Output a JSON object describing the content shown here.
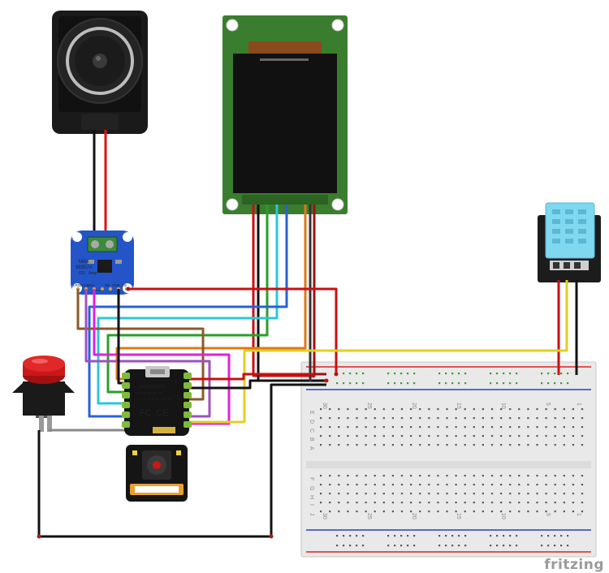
{
  "colors": {
    "board_blue": "#2355c9",
    "module_green": "#3a7d2e",
    "display_glass": "#111111",
    "sensor_blue": "#7fd8f0",
    "button_red": "#d11b1b",
    "breadboard": "#e8e8e8",
    "rail_red": "#e02020",
    "rail_blue": "#2040d0"
  },
  "components": {
    "speaker": {
      "icon": "speaker-icon"
    },
    "amplifier": {
      "line1": "MAX",
      "line2": "98357A",
      "line3": "I2S",
      "line4": "Amp",
      "pins": [
        "LRC",
        "BCLK",
        "DIN",
        "GAIN",
        "SD",
        "GND",
        "Vin"
      ]
    },
    "display": {
      "icon": "tft-display-icon"
    },
    "sensor": {
      "icon": "temperature-humidity-sensor-icon"
    },
    "pushbutton": {
      "icon": "push-button-icon"
    },
    "mcu": {
      "brand": "seeed studio",
      "model": "XIAO-ESP32-S3",
      "fcc_line": "FCC ID: 2AHMR-XIAOS3",
      "fcc_logo": "FC",
      "ce_logo": "CE"
    },
    "camera": {
      "icon": "camera-module-icon"
    }
  },
  "breadboard": {
    "row_letters_top": [
      "J",
      "I",
      "H",
      "G",
      "F"
    ],
    "row_letters_bottom": [
      "E",
      "D",
      "C",
      "B",
      "A"
    ],
    "column_numbers": [
      "30",
      "25",
      "20",
      "15",
      "10",
      "5",
      "1"
    ]
  },
  "watermark": "fritzing"
}
